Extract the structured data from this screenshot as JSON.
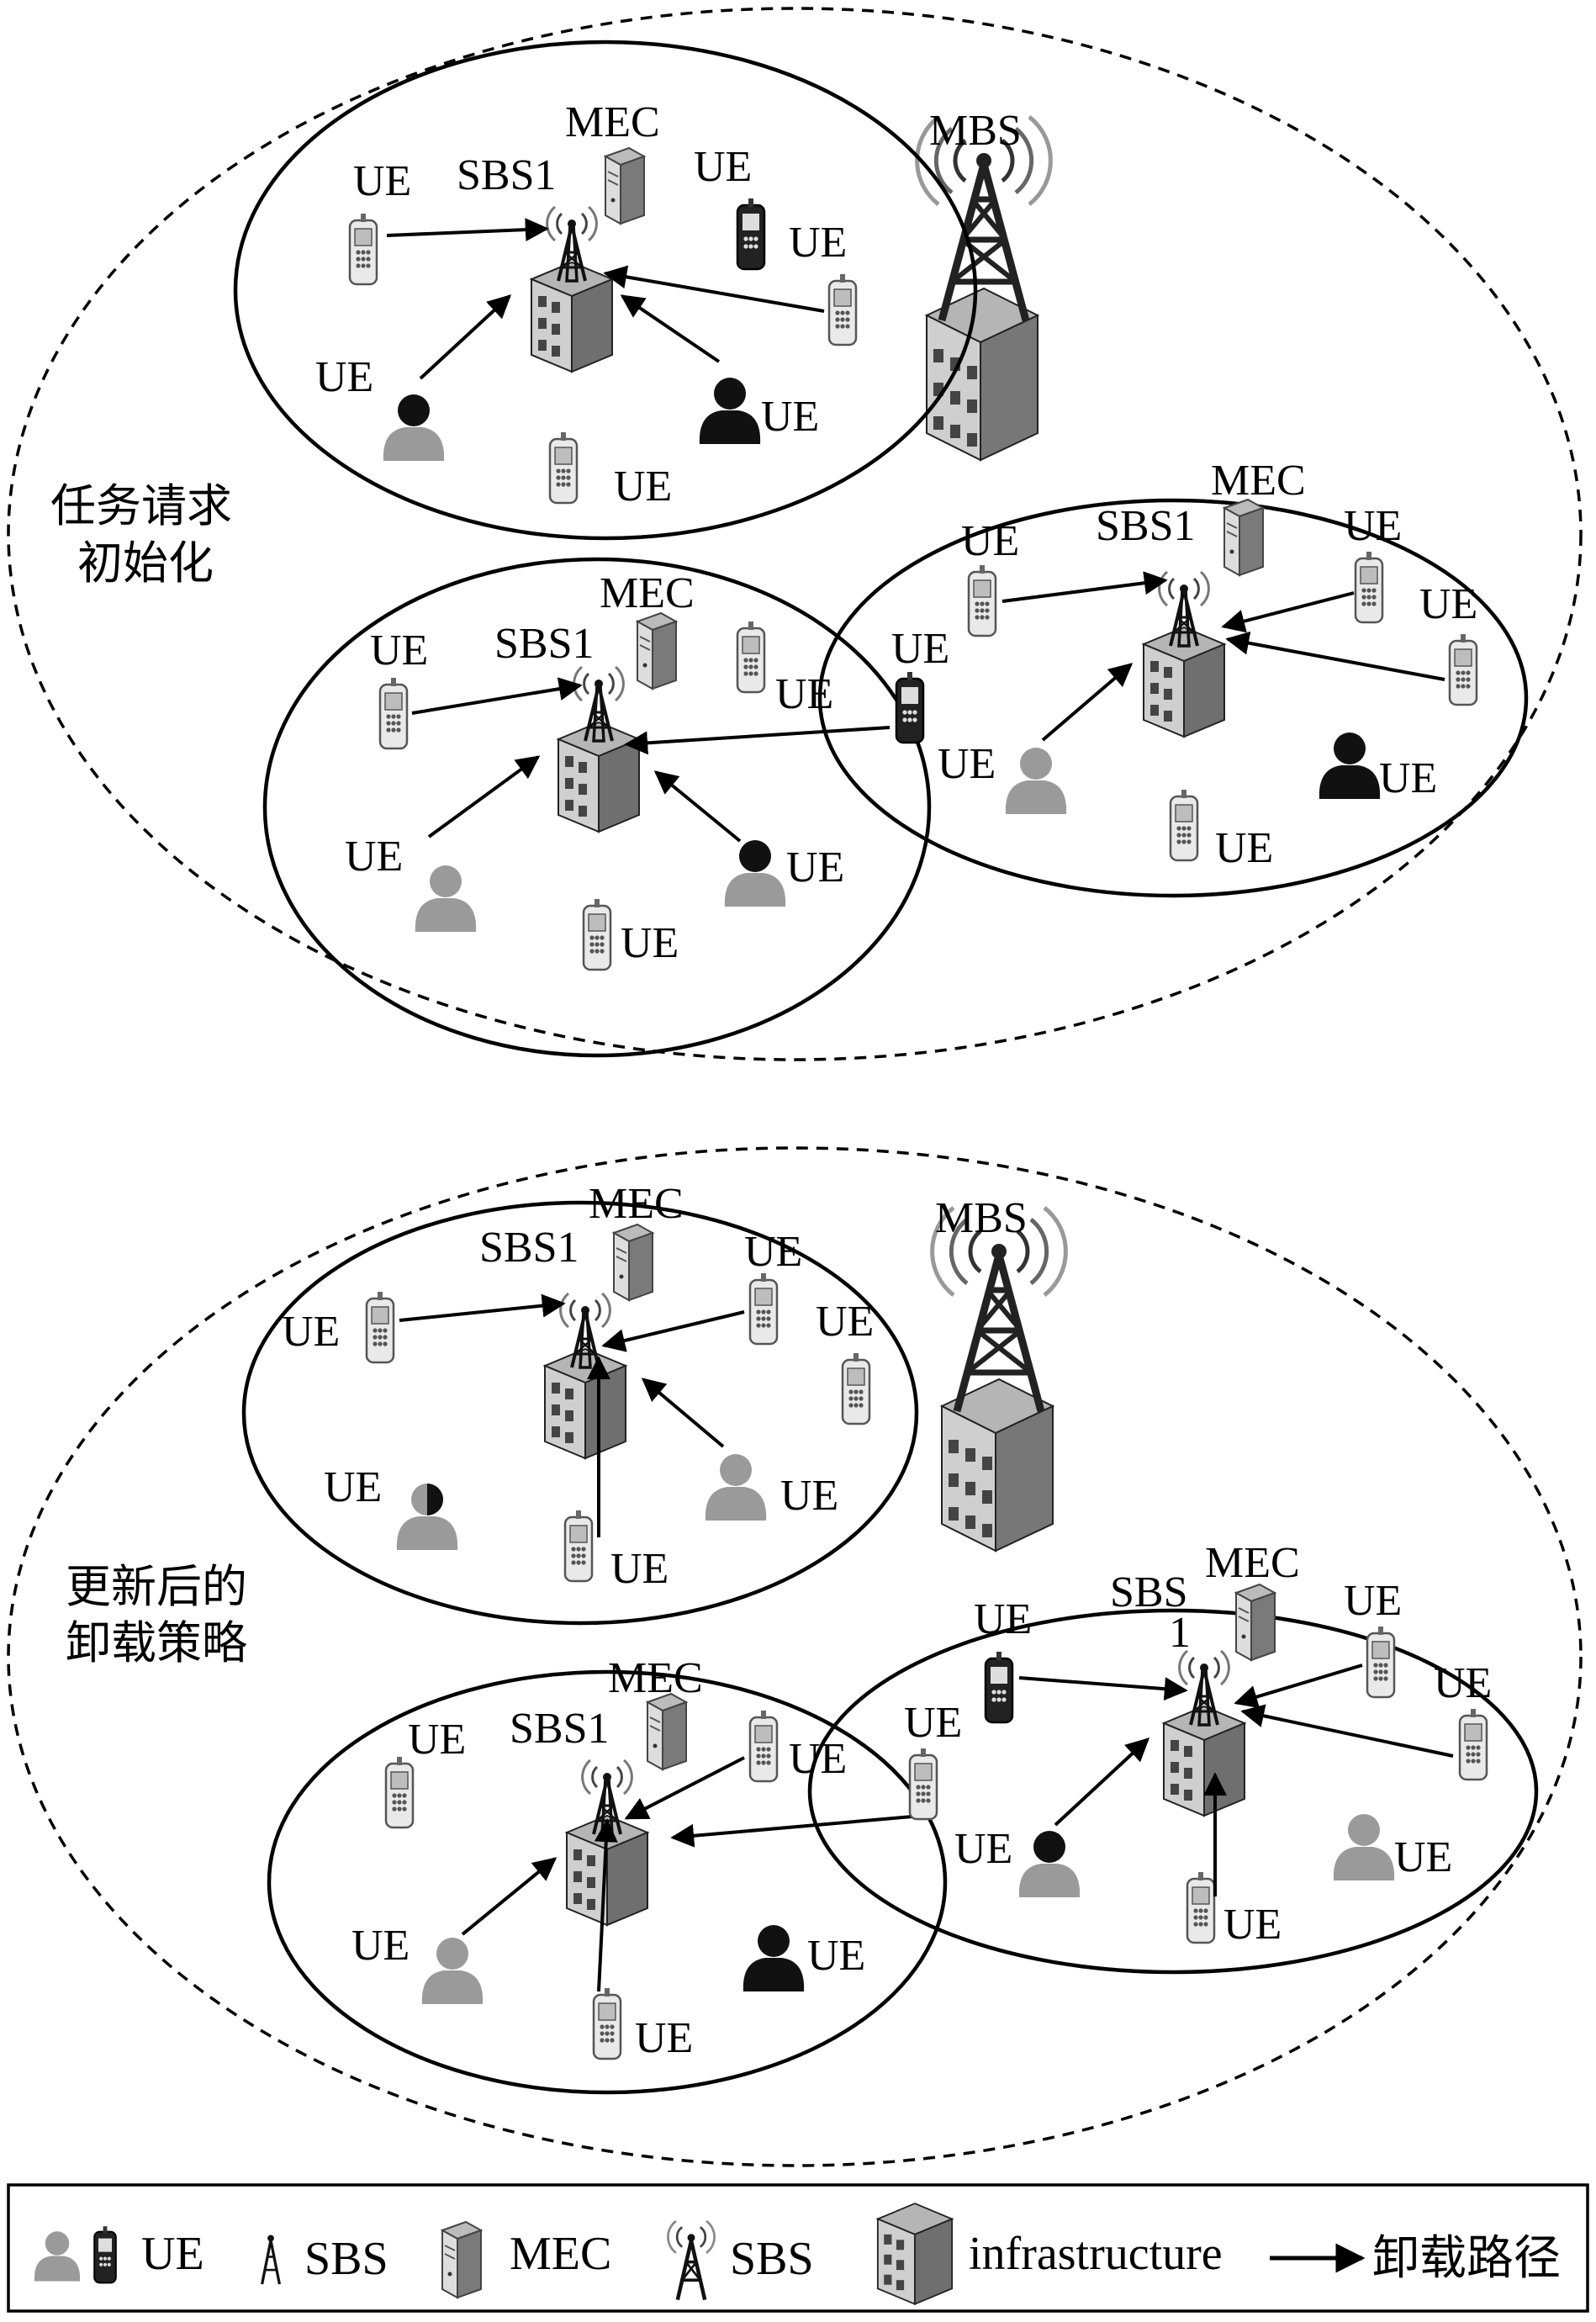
{
  "top_panel": {
    "caption_line1": "任务请求",
    "caption_line2": "初始化",
    "mbs_label": "MBS",
    "cell_a": {
      "sbs": "SBS1",
      "mec": "MEC",
      "ue": "UE"
    },
    "cell_b": {
      "sbs": "SBS1",
      "mec": "MEC",
      "ue": "UE"
    },
    "cell_c": {
      "sbs": "SBS1",
      "mec": "MEC",
      "ue": "UE"
    }
  },
  "bottom_panel": {
    "caption_line1": "更新后的",
    "caption_line2": "卸载策略",
    "mbs_label": "MBS",
    "cell_a": {
      "sbs": "SBS1",
      "mec": "MEC",
      "ue": "UE"
    },
    "cell_b": {
      "sbs": "SBS1",
      "mec": "MEC",
      "ue": "UE"
    },
    "cell_c": {
      "sbs_line1": "SBS",
      "sbs_line2": "1",
      "mec": "MEC",
      "ue": "UE"
    }
  },
  "legend": {
    "ue": "UE",
    "sbs": "SBS",
    "mec": "MEC",
    "sbs2": "SBS",
    "infrastructure": "infrastructure",
    "offload_path": "卸载路径"
  },
  "colors": {
    "line": "#000000",
    "building": "#8a8a8a",
    "person": "#9a9a9a",
    "dark": "#111111"
  }
}
